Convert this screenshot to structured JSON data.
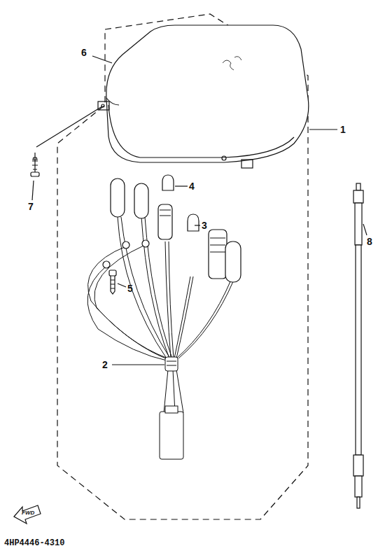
{
  "diagram": {
    "labels": [
      "6",
      "1",
      "4",
      "3",
      "8",
      "5",
      "7",
      "2",
      "FWD",
      "4HP4446-4310"
    ]
  }
}
